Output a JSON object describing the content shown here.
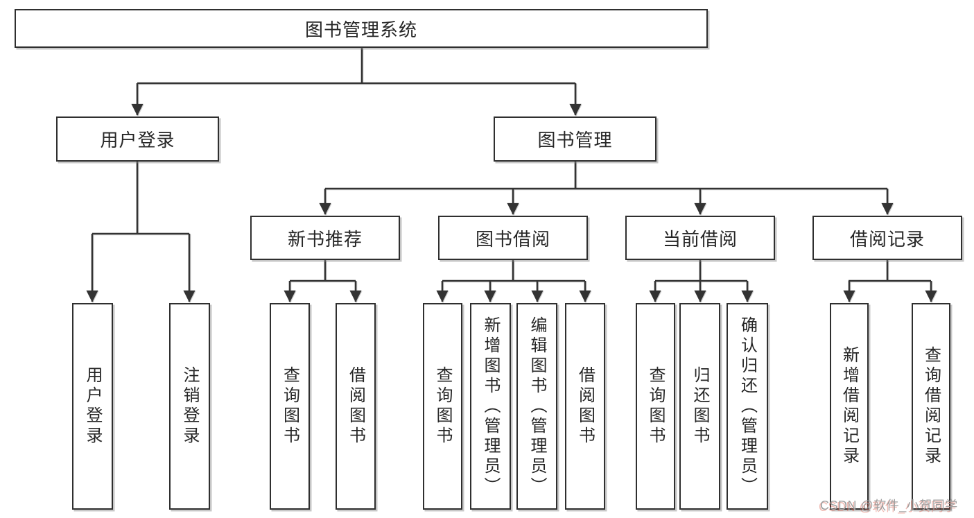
{
  "diagram": {
    "root": {
      "label": "图书管理系统"
    },
    "level2": [
      {
        "label": "用户登录"
      },
      {
        "label": "图书管理"
      }
    ],
    "level3": [
      {
        "label": "新书推荐",
        "parent": "图书管理"
      },
      {
        "label": "图书借阅",
        "parent": "图书管理"
      },
      {
        "label": "当前借阅",
        "parent": "图书管理"
      },
      {
        "label": "借阅记录",
        "parent": "图书管理"
      }
    ],
    "leaves": [
      {
        "label": "用户登录",
        "parent": "用户登录"
      },
      {
        "label": "注销登录",
        "parent": "用户登录"
      },
      {
        "label": "查询图书",
        "parent": "新书推荐"
      },
      {
        "label": "借阅图书",
        "parent": "新书推荐"
      },
      {
        "label": "查询图书",
        "parent": "图书借阅"
      },
      {
        "label": "新增图书（管理员）",
        "parent": "图书借阅"
      },
      {
        "label": "编辑图书（管理员）",
        "parent": "图书借阅"
      },
      {
        "label": "借阅图书",
        "parent": "图书借阅"
      },
      {
        "label": "查询图书",
        "parent": "当前借阅"
      },
      {
        "label": "归还图书",
        "parent": "当前借阅"
      },
      {
        "label": "确认归还（管理员）",
        "parent": "当前借阅"
      },
      {
        "label": "新增借阅记录",
        "parent": "借阅记录"
      },
      {
        "label": "查询借阅记录",
        "parent": "借阅记录"
      }
    ],
    "watermark": "CSDN @软件_小贺同学",
    "colors": {
      "line": "#333333",
      "box_border": "#2f2f2f",
      "box_background": "#ffffff",
      "text": "#262626",
      "watermark_gray": "#9e9e9e",
      "watermark_accent": "#d9534f"
    }
  }
}
